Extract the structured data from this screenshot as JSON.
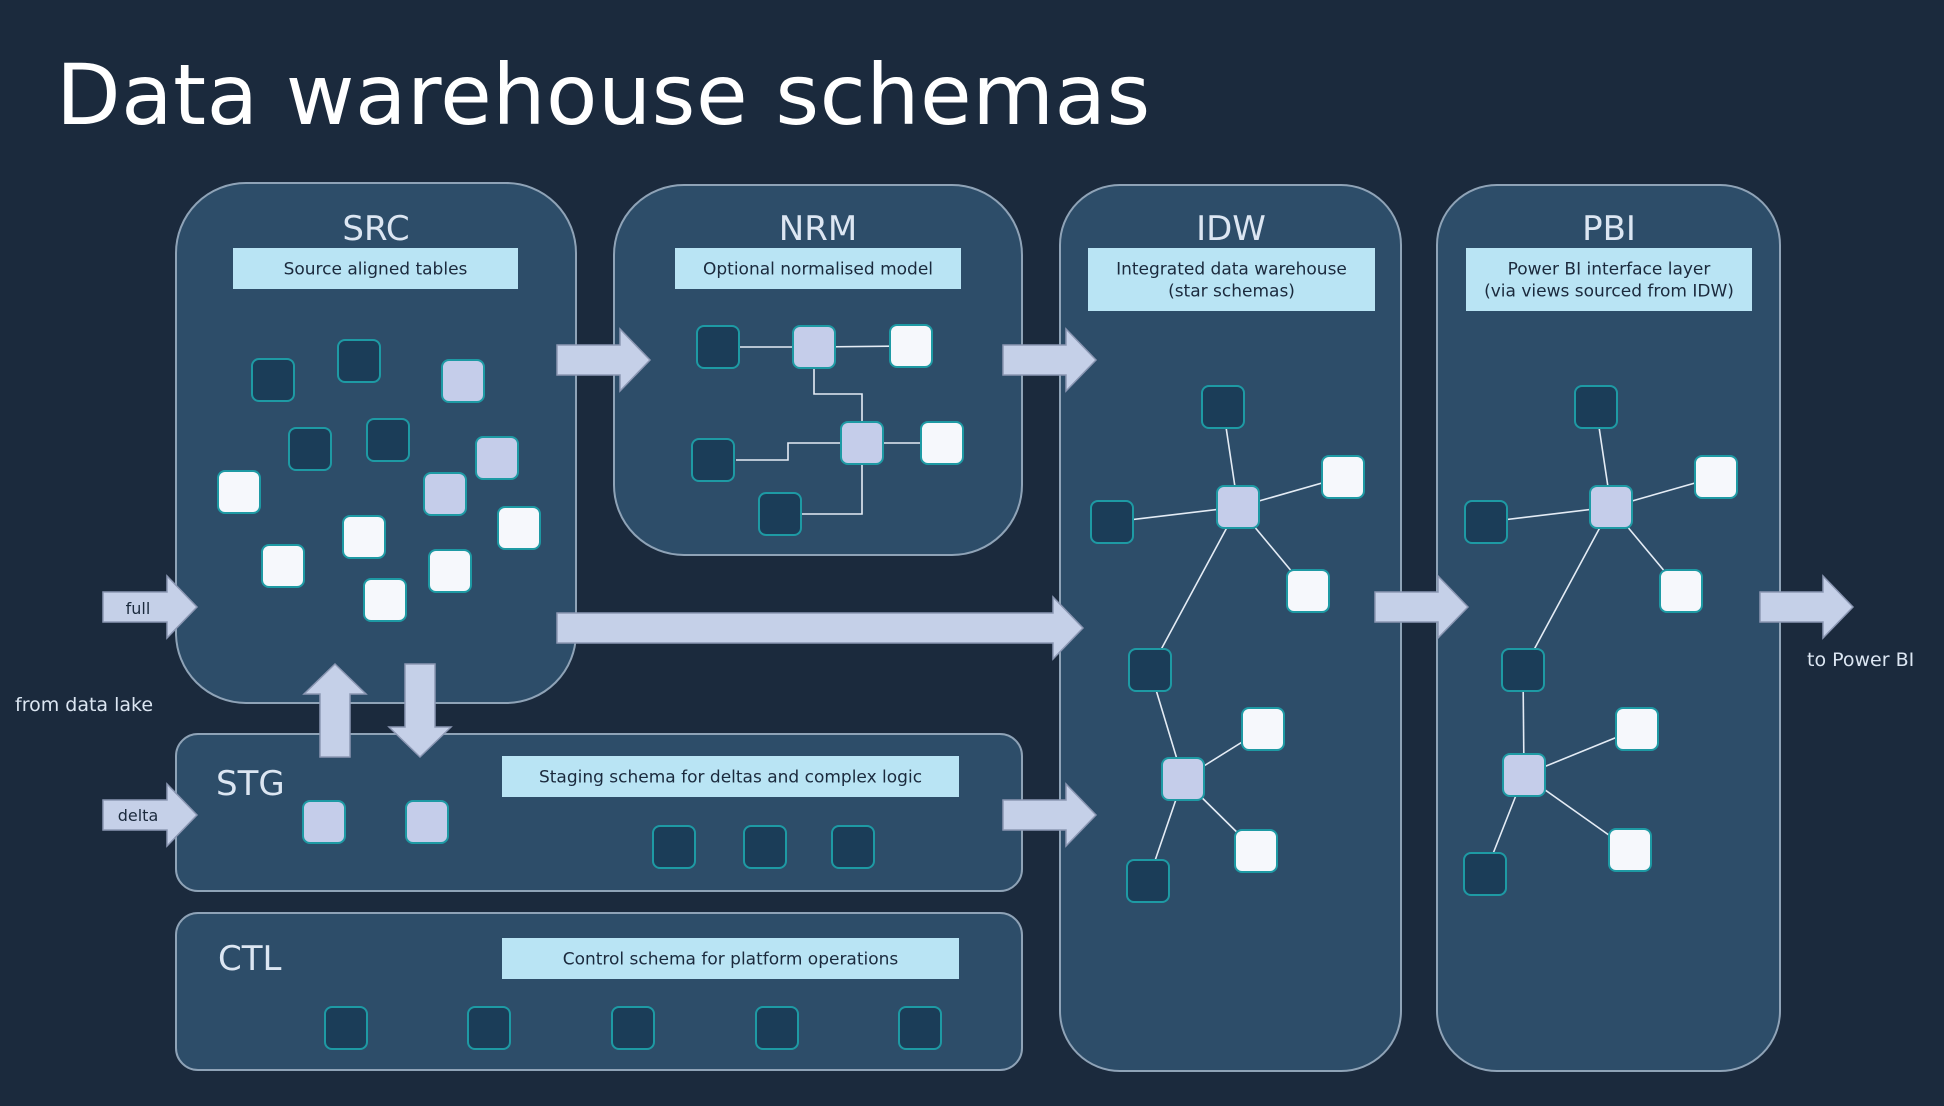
{
  "title": "Data warehouse schemas",
  "colors": {
    "background": "#1b2a3d",
    "panel_fill": "#2d4d69",
    "panel_border": "#8fa3b7",
    "desc_fill": "#b9e4f4",
    "desc_text": "#1b2a3d",
    "arrow_fill": "#c5d0e8",
    "arrow_border": "#8b97b3",
    "table_dark": "#1b3d58",
    "table_mid": "#c5cdea",
    "table_light": "#f6f8fc",
    "table_border": "#1e9aa4",
    "connector": "#e4ecf5",
    "label_text": "#dce6f2"
  },
  "panels": {
    "src": {
      "name": "SRC",
      "description": [
        "Source aligned tables"
      ]
    },
    "nrm": {
      "name": "NRM",
      "description": [
        "Optional normalised model"
      ]
    },
    "idw": {
      "name": "IDW",
      "description": [
        "Integrated data warehouse",
        "(star schemas)"
      ]
    },
    "pbi": {
      "name": "PBI",
      "description": [
        "Power BI interface layer",
        "(via views sourced from IDW)"
      ]
    },
    "stg": {
      "name": "STG",
      "description": [
        "Staging schema for deltas and complex logic"
      ]
    },
    "ctl": {
      "name": "CTL",
      "description": [
        "Control schema for platform operations"
      ]
    }
  },
  "arrow_labels": {
    "full": "full",
    "delta": "delta"
  },
  "side_labels": {
    "source": "from data lake",
    "target": "to Power BI"
  }
}
